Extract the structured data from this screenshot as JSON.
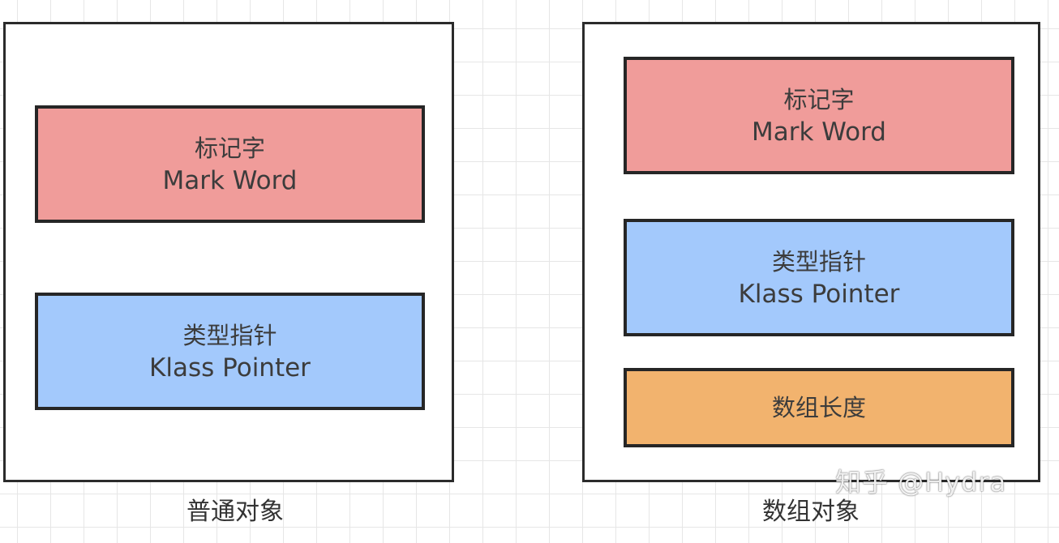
{
  "left_object": {
    "caption": "普通对象",
    "mark_word": {
      "zh": "标记字",
      "en": "Mark Word"
    },
    "klass_pointer": {
      "zh": "类型指针",
      "en": "Klass Pointer"
    }
  },
  "right_object": {
    "caption": "数组对象",
    "mark_word": {
      "zh": "标记字",
      "en": "Mark Word"
    },
    "klass_pointer": {
      "zh": "类型指针",
      "en": "Klass Pointer"
    },
    "array_length": {
      "zh": "数组长度"
    }
  },
  "watermark": "知乎 @Hydra",
  "colors": {
    "mark_word": "#f09c9a",
    "klass_pointer": "#a3c9fc",
    "array_length": "#f2b36e",
    "border": "#262626"
  }
}
